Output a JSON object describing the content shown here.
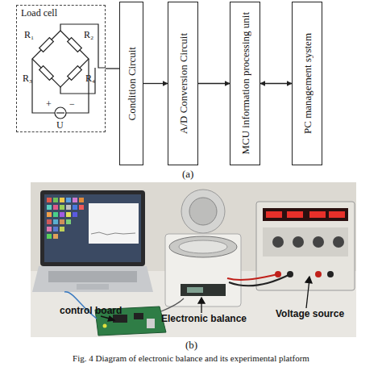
{
  "diagram": {
    "caption": "Fig. 4 Diagram of electronic balance and its experimental platform",
    "nodes": [
      {
        "text": [
          "Load cell"
        ]
      },
      {
        "text": [
          "Condition Circuit"
        ]
      },
      {
        "text": [
          "A/D Conversion Circuit"
        ]
      },
      {
        "text": [
          "MCU information processing unit"
        ]
      },
      {
        "text": [
          "PC management system"
        ]
      }
    ],
    "edges": [
      {
        "from": 0,
        "to": 1,
        "arrow": "none"
      },
      {
        "from": 1,
        "to": 2,
        "arrow": "to"
      },
      {
        "from": 2,
        "to": 3,
        "arrow": "to"
      },
      {
        "from": 3,
        "to": 4,
        "arrow": "both"
      }
    ],
    "labels": [
      "R₁",
      "R₂",
      "R₃",
      "R₄",
      "+",
      "−",
      "U",
      "(a)",
      "control board",
      "Electronic balance",
      "Voltage source",
      "(b)"
    ]
  }
}
